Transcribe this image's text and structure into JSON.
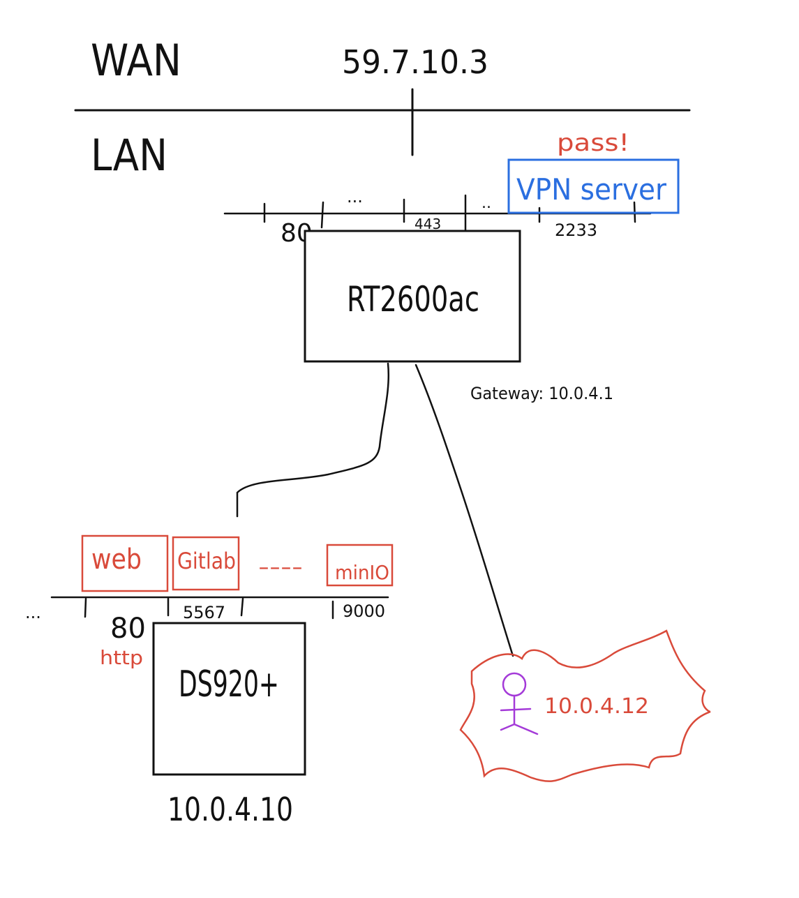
{
  "colors": {
    "ink": "#111111",
    "red": "#d94a3a",
    "blue": "#2b6fe0",
    "purple": "#a43ad8"
  },
  "wan": {
    "label": "WAN",
    "ip": "59.7.10.3"
  },
  "lan": {
    "label": "LAN"
  },
  "router": {
    "name": "RT2600ac",
    "gateway": "Gateway: 10.0.4.1",
    "ports": {
      "p80": "80",
      "p443": "443",
      "p2233": "2233",
      "dots1": "...",
      "dots2": ".."
    },
    "vpn": {
      "label": "VPN server",
      "note": "pass!"
    }
  },
  "nas": {
    "name": "DS920+",
    "ip": "10.0.4.10",
    "ports": {
      "p80": "80",
      "p5567": "5567",
      "p9000": "9000",
      "http": "http",
      "dots_left": "...",
      "dots_mid": "----"
    },
    "services": {
      "web": "web",
      "gitlab": "Gitlab",
      "minio": "minIO"
    }
  },
  "client": {
    "ip": "10.0.4.12",
    "icon": "person-icon"
  }
}
